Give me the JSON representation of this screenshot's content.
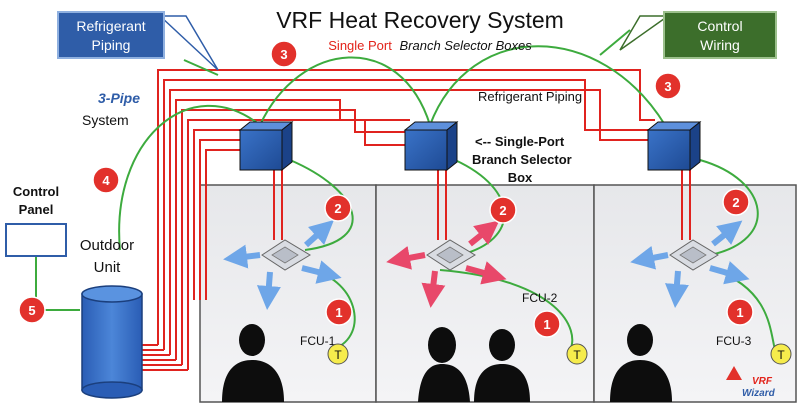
{
  "title": "VRF Heat Recovery System",
  "subtitle": {
    "part1": "Single Port",
    "part2": "Branch Selector Boxes"
  },
  "callouts": {
    "refrigerant_piping": [
      "Refrigerant",
      "Piping"
    ],
    "control_wiring": [
      "Control",
      "Wiring"
    ]
  },
  "labels": {
    "three_pipe": "3-Pipe",
    "system": "System",
    "refrigerant_piping_line": "Refrigerant Piping",
    "bsb_callout": [
      "<-- Single-Port",
      "Branch Selector",
      "Box"
    ],
    "control_panel": [
      "Control",
      "Panel"
    ],
    "outdoor_unit": [
      "Outdoor",
      "Unit"
    ]
  },
  "fcu_labels": [
    "FCU-1",
    "FCU-2",
    "FCU-3"
  ],
  "thermostat_label": "T",
  "step_badges": [
    "3",
    "3",
    "4",
    "2",
    "2",
    "2",
    "1",
    "1",
    "1",
    "5"
  ],
  "logo": [
    "VRF",
    "Wizard"
  ],
  "colors": {
    "callout_blue": "#2f5da8",
    "callout_green": "#3c6e2b",
    "refrigerant_red": "#e0231f",
    "wire_green": "#3dab3e",
    "box_blue": "#2d5fb0",
    "badge_red": "#e2312b",
    "thermostat_yellow": "#f6ec4c",
    "title_red": "#e2231a",
    "three_pipe_blue": "#2f5da8"
  }
}
